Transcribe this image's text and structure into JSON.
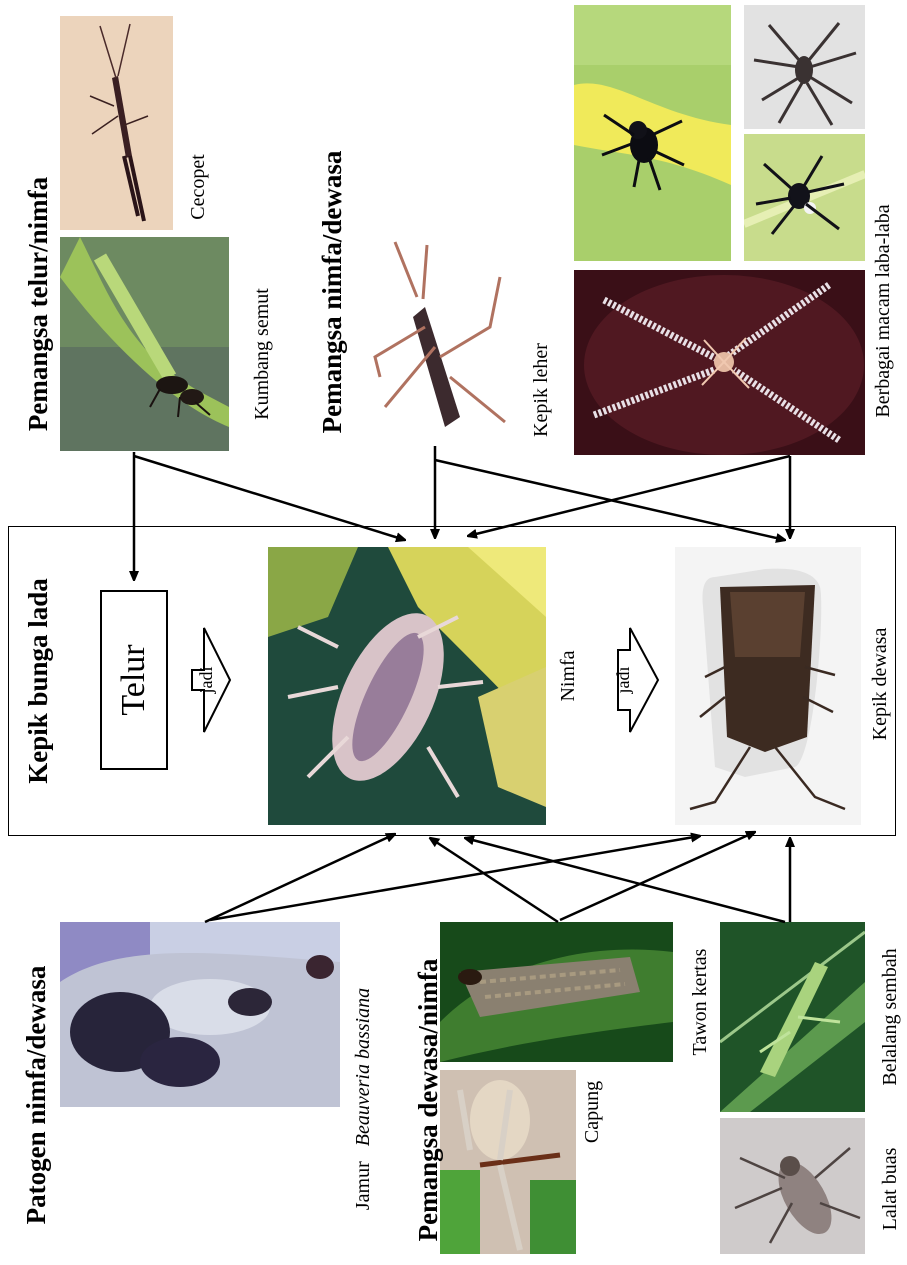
{
  "groups": {
    "egg_predators": "Pemangsa telur/nimfa",
    "nymph_adult_predators": "Pemangsa nimfa/dewasa",
    "main": "Kepik bunga lada",
    "pathogen": "Patogen nimfa/dewasa",
    "adult_nymph_predators": "Pemangsa dewasa/nimfa"
  },
  "captions": {
    "cecopet": "Cecopet",
    "kumbang_semut": "Kumbang semut",
    "kepik_leher": "Kepik leher",
    "laba_laba": "Berbagai macam laba-laba",
    "kepik_dewasa": "Kepik dewasa",
    "nimfa": "Nimfa",
    "jamur_prefix": "Jamur",
    "jamur_species": "Beauveria  bassiana",
    "tawon_kertas": "Tawon  kertas",
    "capung": "Capung",
    "belalang_sembah": "Belalang sembah",
    "lalat_buas": "Lalat buas"
  },
  "lifecycle": {
    "telur": "Telur",
    "jadi_1": "jadi",
    "jadi_2": "jadi"
  }
}
